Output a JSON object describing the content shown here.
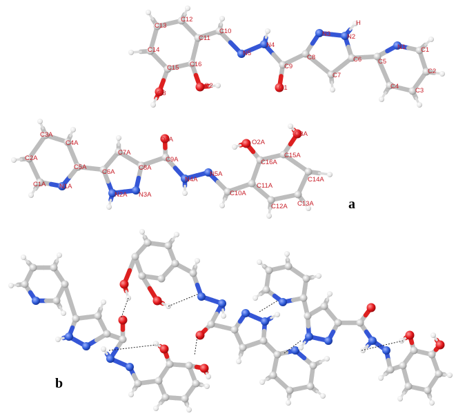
{
  "panels": {
    "a": {
      "label": "a"
    },
    "b": {
      "label": "b"
    }
  },
  "atom_labels_top": [
    "C13",
    "C12",
    "C11",
    "C10",
    "C14",
    "C16",
    "C15",
    "O2",
    "O3",
    "N5",
    "N4",
    "H",
    "C9",
    "O1",
    "C8",
    "N3",
    "N2",
    "C7",
    "C6",
    "C5",
    "N1",
    "C1",
    "C2",
    "C3",
    "C4"
  ],
  "atom_labels_bottom": [
    "C3A",
    "C4A",
    "C2A",
    "C5A",
    "C6A",
    "C7A",
    "C8A",
    "O1A",
    "C9A",
    "N4A",
    "N5A",
    "N2A",
    "N3A",
    "C1A",
    "N1A",
    "C10A",
    "O2A",
    "O3A",
    "C16A",
    "C15A",
    "C11A",
    "C14A",
    "C12A",
    "C13A"
  ],
  "colors": {
    "carbon": "#bfbfbf",
    "hydrogen": "#efefef",
    "nitrogen": "#2f5bd8",
    "oxygen": "#e3161a",
    "label": "#c8202a"
  }
}
